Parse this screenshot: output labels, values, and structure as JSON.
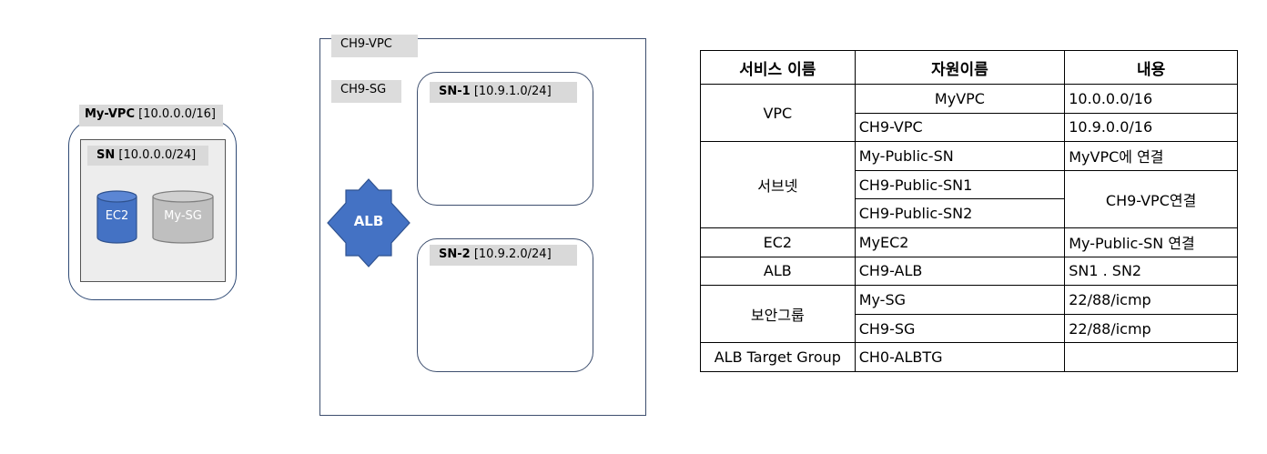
{
  "my_vpc": {
    "name": "My-VPC",
    "cidr": "[10.0.0.0/16]"
  },
  "my_sn": {
    "name": "SN",
    "cidr": "[10.0.0.0/24]"
  },
  "ec2_label": "EC2",
  "mysg_label": "My-SG",
  "ch9_vpc_label": "CH9-VPC",
  "ch9_sg_label": "CH9-SG",
  "sn1": {
    "name": "SN-1",
    "cidr": "[10.9.1.0/24]"
  },
  "sn2": {
    "name": "SN-2",
    "cidr": "[10.9.2.0/24]"
  },
  "alb_label": "ALB",
  "colors": {
    "ec2_fill": "#4472c4",
    "sg_fill": "#bfbfbf",
    "alb_fill": "#4472c4",
    "tag_bg": "#d9d9d9"
  },
  "table": {
    "headers": [
      "서비스 이름",
      "자원이름",
      "내용"
    ],
    "rows": {
      "vpc": {
        "service": "VPC",
        "r1_resource": "MyVPC",
        "r1_content": "10.0.0.0/16",
        "r2_resource": "CH9-VPC",
        "r2_content": "10.9.0.0/16"
      },
      "subnet": {
        "service": "서브넷",
        "r1_resource": "My-Public-SN",
        "r1_content": "MyVPC에 연결",
        "r2_resource": "CH9-Public-SN1",
        "r3_resource": "CH9-Public-SN2",
        "r23_content": "CH9-VPC연결"
      },
      "ec2": {
        "service": "EC2",
        "resource": "MyEC2",
        "content": "My-Public-SN 연결"
      },
      "alb": {
        "service": "ALB",
        "resource": "CH9-ALB",
        "content": "SN1 . SN2"
      },
      "sg": {
        "service": "보안그룹",
        "r1_resource": "My-SG",
        "r1_content": "22/88/icmp",
        "r2_resource": "CH9-SG",
        "r2_content": "22/88/icmp"
      },
      "tg": {
        "service": "ALB Target Group",
        "resource": "CH0-ALBTG",
        "content": ""
      }
    }
  }
}
